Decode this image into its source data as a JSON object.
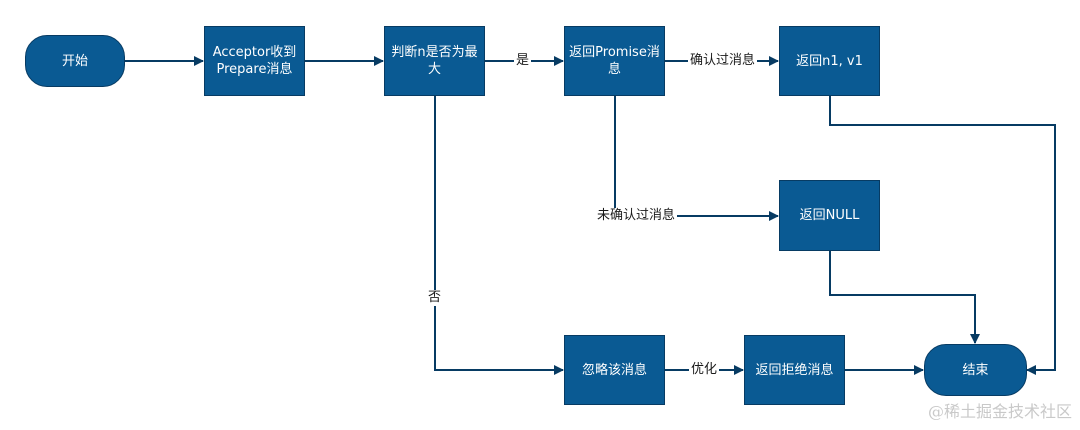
{
  "diagram": {
    "colors": {
      "node_fill": "#0a5a93",
      "node_border": "#073b63",
      "edge": "#073b63",
      "node_text": "#ffffff"
    },
    "nodes": {
      "start": "开始",
      "receive_prepare": "Acceptor收到Prepare消息",
      "check_n_max": "判断n是否为最大",
      "return_promise": "返回Promise消息",
      "return_n1_v1": "返回n1, v1",
      "return_null": "返回NULL",
      "ignore_message": "忽略该消息",
      "return_reject": "返回拒绝消息",
      "end": "结束"
    },
    "edge_labels": {
      "yes": "是",
      "no": "否",
      "confirmed": "确认过消息",
      "not_confirmed": "未确认过消息",
      "optimize": "优化"
    }
  },
  "watermark": "@稀土掘金技术社区"
}
